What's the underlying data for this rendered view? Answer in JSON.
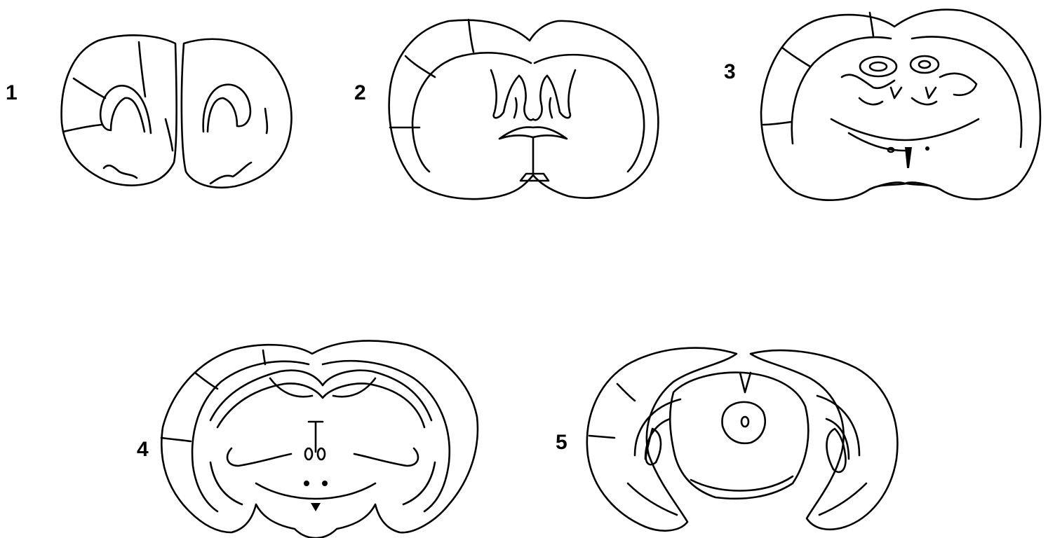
{
  "sections": [
    {
      "label": "1",
      "icon": "brain-coronal-section-icon"
    },
    {
      "label": "2",
      "icon": "brain-coronal-section-icon"
    },
    {
      "label": "3",
      "icon": "brain-coronal-section-icon"
    },
    {
      "label": "4",
      "icon": "brain-coronal-section-icon"
    },
    {
      "label": "5",
      "icon": "brain-coronal-section-icon"
    }
  ],
  "colors": {
    "line": "#000000",
    "background": "#ffffff"
  }
}
